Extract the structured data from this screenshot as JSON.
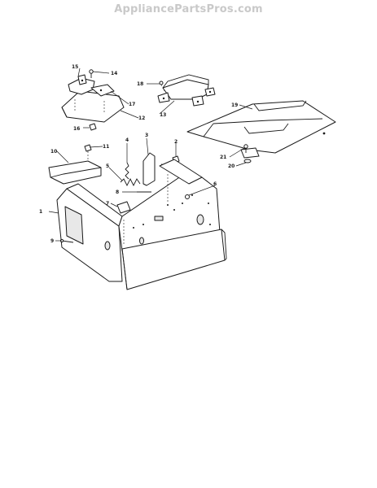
{
  "watermark": "AppliancePartsPros.com",
  "callouts": [
    {
      "id": "1",
      "label": "1"
    },
    {
      "id": "2",
      "label": "2"
    },
    {
      "id": "3",
      "label": "3"
    },
    {
      "id": "4",
      "label": "4"
    },
    {
      "id": "5",
      "label": "5"
    },
    {
      "id": "6",
      "label": "6"
    },
    {
      "id": "7",
      "label": "7"
    },
    {
      "id": "8",
      "label": "8"
    },
    {
      "id": "9",
      "label": "9"
    },
    {
      "id": "10",
      "label": "10"
    },
    {
      "id": "11",
      "label": "11"
    },
    {
      "id": "12",
      "label": "12"
    },
    {
      "id": "13",
      "label": "13"
    },
    {
      "id": "14",
      "label": "14"
    },
    {
      "id": "15",
      "label": "15"
    },
    {
      "id": "16",
      "label": "16"
    },
    {
      "id": "17",
      "label": "17"
    },
    {
      "id": "18",
      "label": "18"
    },
    {
      "id": "19",
      "label": "19"
    },
    {
      "id": "20",
      "label": "20"
    },
    {
      "id": "21",
      "label": "21"
    }
  ]
}
